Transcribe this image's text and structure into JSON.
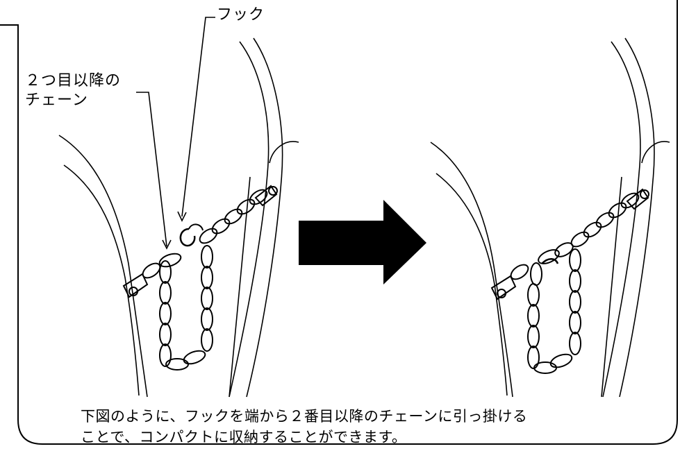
{
  "labels": {
    "hook": "フック",
    "chain_line1": "２つ目以降の",
    "chain_line2": "チェーン"
  },
  "caption": {
    "line1": "下図のように、フックを端から２番目以降のチェーンに引っ掛ける",
    "line2": "ことで、コンパクトに収納することができます。"
  },
  "icons": {
    "arrow": "right-arrow-icon"
  }
}
